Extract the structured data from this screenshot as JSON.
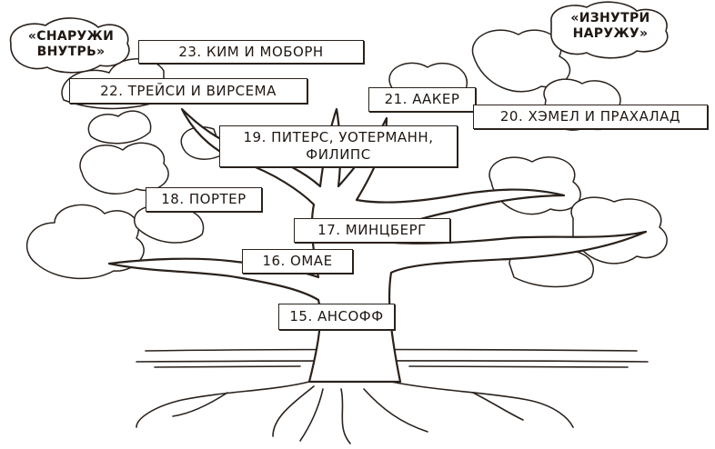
{
  "clouds": {
    "left": {
      "line1": "«СНАРУЖИ",
      "line2": "ВНУТРЬ»"
    },
    "right": {
      "line1": "«ИЗНУТРИ",
      "line2": "НАРУЖУ»"
    }
  },
  "labels": {
    "l23": "23. КИМ И МОБОРН",
    "l22": "22. ТРЕЙСИ И ВИРСЕМА",
    "l21": "21. ААКЕР",
    "l20": "20. ХЭМЕЛ И ПРАХАЛАД",
    "l19a": "19. ПИТЕРС, УОТЕРМАНН,",
    "l19b": "ФИЛИПС",
    "l18": "18. ПОРТЕР",
    "l17": "17. МИНЦБЕРГ",
    "l16": "16. ОМАЕ",
    "l15": "15. АНСОФФ"
  },
  "colors": {
    "ink": "#2a211b",
    "paper": "#ffffff"
  }
}
